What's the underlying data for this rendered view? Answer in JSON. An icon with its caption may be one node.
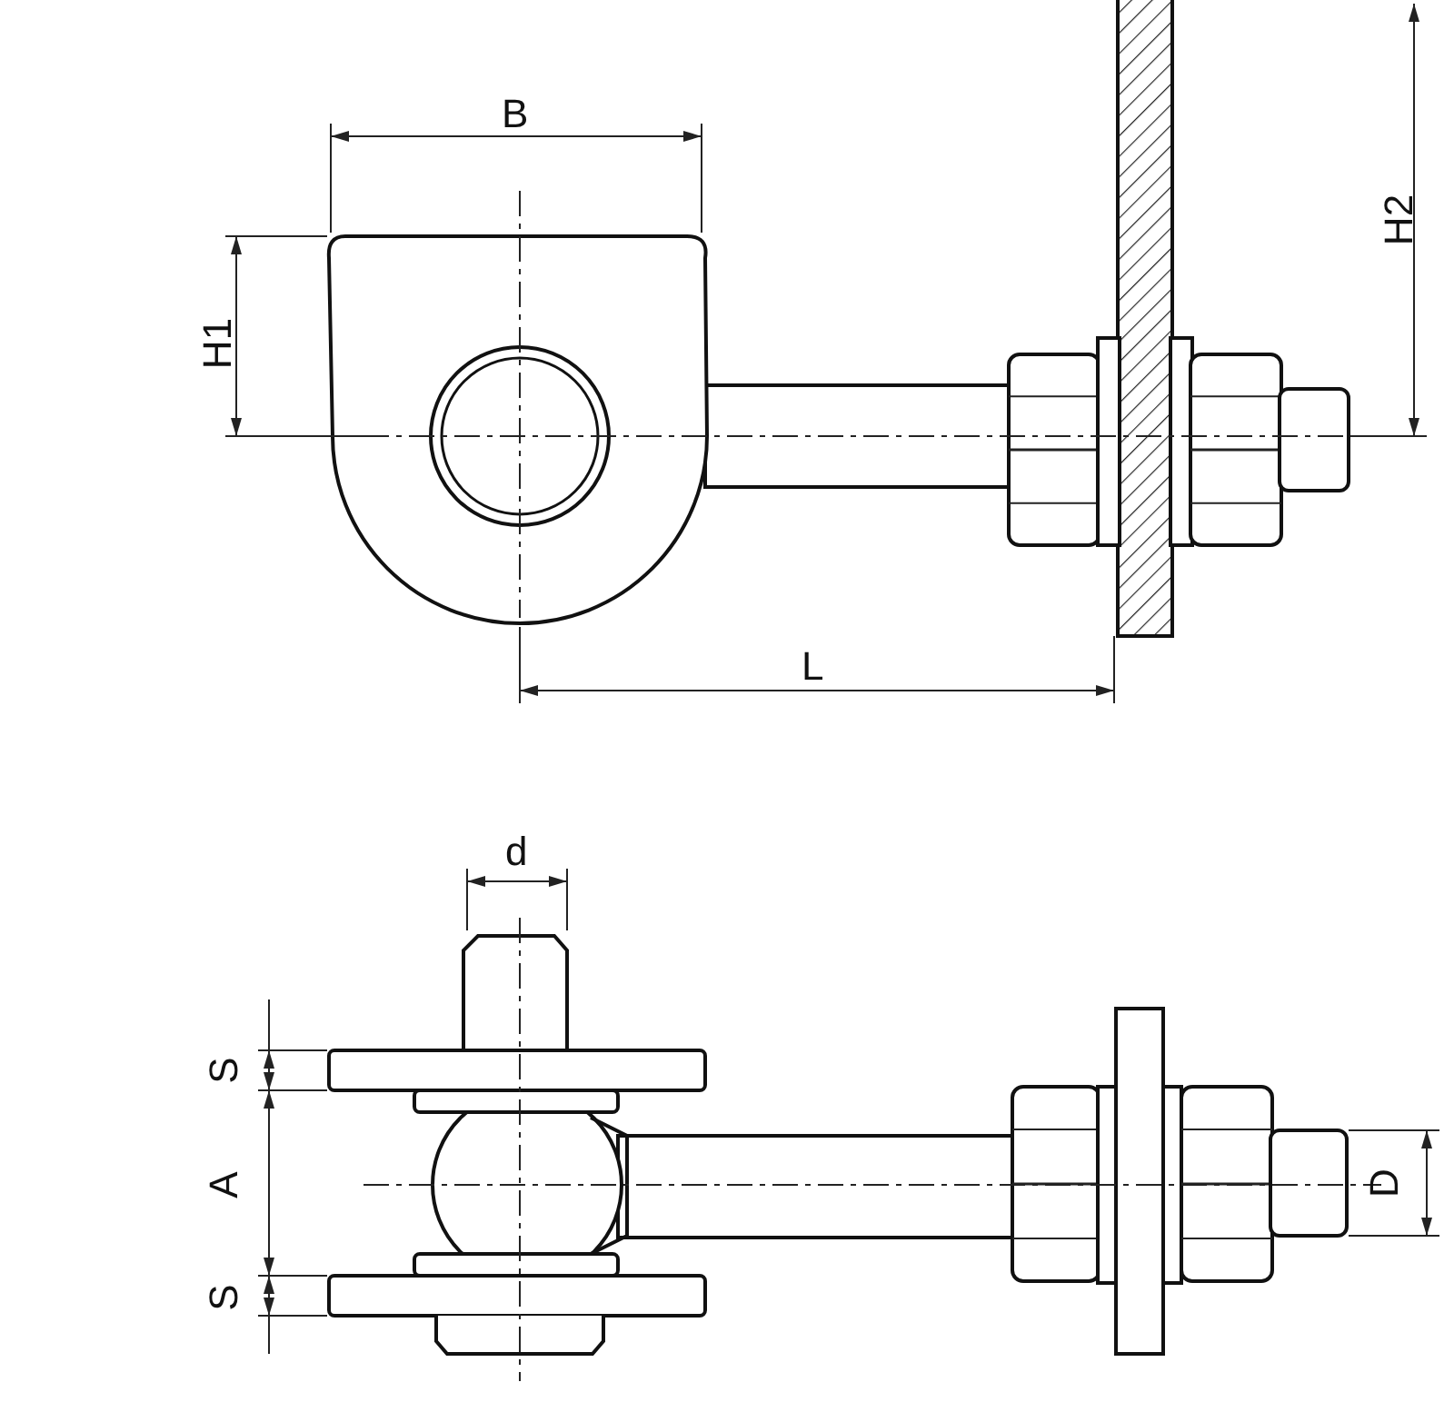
{
  "diagram": {
    "labels": [
      "B",
      "H2",
      "H1",
      "L",
      "d",
      "S",
      "A",
      "D",
      "S"
    ]
  }
}
